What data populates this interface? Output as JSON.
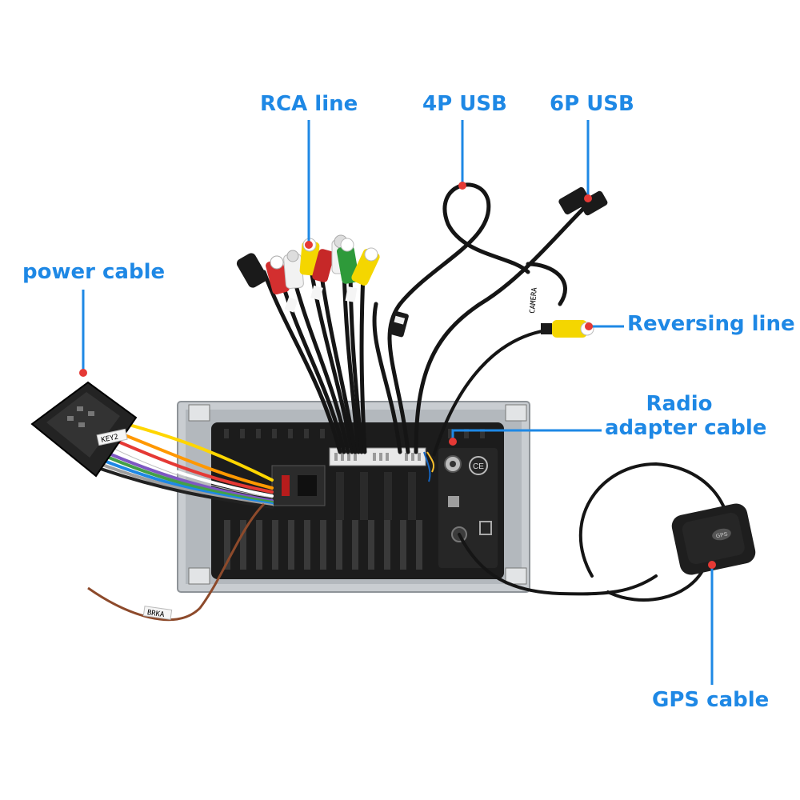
{
  "colors": {
    "callout": "#1e88e5",
    "callout_dot": "#e53935",
    "unit_body": "#1c1c1c",
    "bracket": "#c9cdd1",
    "cable": "#151515",
    "rca_red": "#d32f2f",
    "rca_white": "#f2f2f2",
    "rca_yellow": "#f4d600",
    "rca_green": "#2e9a3a"
  },
  "callouts": {
    "rca_line": "RCA line",
    "usb_4p": "4P USB",
    "usb_6p": "6P USB",
    "power_cable": "power cable",
    "reversing_line": "Reversing line",
    "radio_adapter_line1": "Radio",
    "radio_adapter_line2": "adapter cable",
    "gps_cable": "GPS cable"
  },
  "stickers": {
    "key": "KEY2",
    "brake": "BRKA",
    "gps": "GPS",
    "camera": "CAMERA"
  },
  "icons": {
    "ce_mark": "CE"
  }
}
